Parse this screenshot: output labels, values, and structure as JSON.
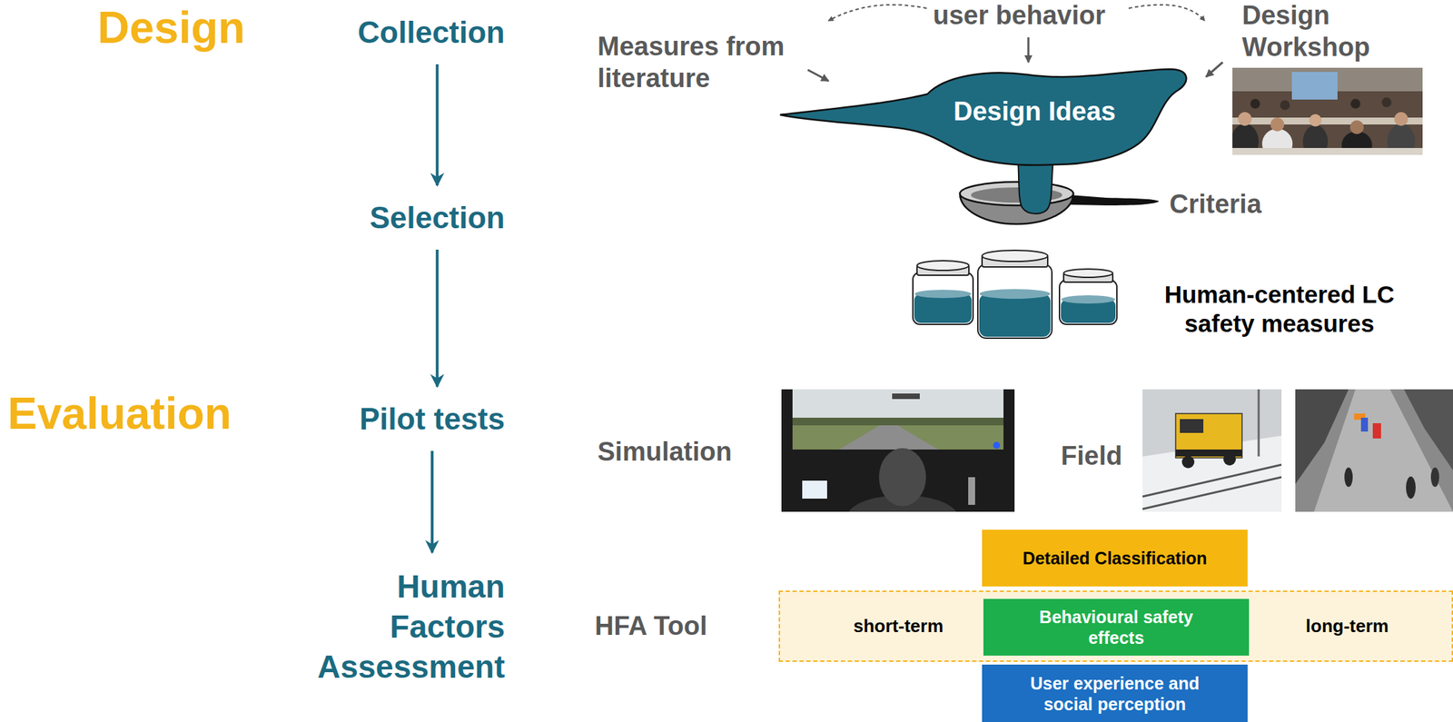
{
  "diagram": {
    "nodes": [
      {
        "text": [
          "Collection"
        ]
      },
      {
        "text": [
          "Selection"
        ]
      },
      {
        "text": [
          "Pilot tests"
        ]
      },
      {
        "text": [
          "Human Factors Assessment"
        ]
      },
      {
        "text": [
          "Design Ideas"
        ]
      },
      {
        "text": [
          "Detailed Classification"
        ]
      },
      {
        "text": [
          "short-term",
          "long-term"
        ]
      },
      {
        "text": [
          "Behavioural safety effects"
        ],
        "in": 6
      },
      {
        "text": [
          "User experience and social perception"
        ]
      }
    ],
    "edges": [
      {
        "from": 0,
        "to": 1,
        "arrow": "to"
      },
      {
        "from": 1,
        "to": 2,
        "arrow": "to"
      },
      {
        "from": 2,
        "to": 3,
        "arrow": "to"
      }
    ],
    "labels": [
      "Design",
      "Evaluation",
      "user behavior",
      "Measures from literature",
      "Design Workshop",
      "Criteria",
      "Human-centered LC safety measures",
      "Simulation",
      "Field",
      "HFA Tool"
    ]
  }
}
